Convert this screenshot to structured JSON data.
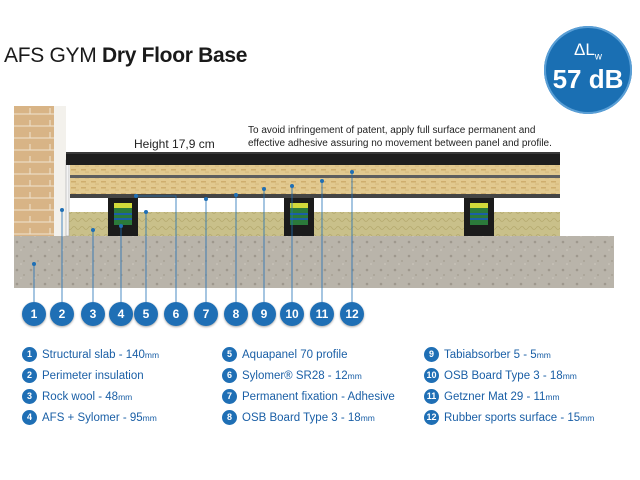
{
  "title": {
    "regular": "AFS GYM",
    "bold": "Dry Floor Base"
  },
  "badge": {
    "delta": "ΔL",
    "sub": "w",
    "value": "57 dB"
  },
  "height_label": "Height 17,9 cm",
  "note": "To avoid infringement of patent, apply full surface permanent and effective adhesive assuring no movement between panel and profile.",
  "markers": [
    "1",
    "2",
    "3",
    "4",
    "5",
    "6",
    "7",
    "8",
    "9",
    "10",
    "11",
    "12"
  ],
  "legend": [
    {
      "num": "1",
      "text": "Structural slab - 140",
      "unit": "mm"
    },
    {
      "num": "2",
      "text": "Perimeter insulation",
      "unit": ""
    },
    {
      "num": "3",
      "text": "Rock wool - 48",
      "unit": "mm"
    },
    {
      "num": "4",
      "text": "AFS + Sylomer - 95",
      "unit": "mm"
    },
    {
      "num": "5",
      "text": "Aquapanel 70 profile",
      "unit": ""
    },
    {
      "num": "6",
      "text": "Sylomer® SR28 - 12",
      "unit": "mm"
    },
    {
      "num": "7",
      "text": "Permanent fixation - Adhesive",
      "unit": ""
    },
    {
      "num": "8",
      "text": "OSB Board Type 3  - 18",
      "unit": "mm"
    },
    {
      "num": "9",
      "text": "Tabiabsorber 5 - 5",
      "unit": "mm"
    },
    {
      "num": "10",
      "text": "OSB Board Type 3  - 18",
      "unit": "mm"
    },
    {
      "num": "11",
      "text": "Getzner Mat 29  - 11",
      "unit": "mm"
    },
    {
      "num": "12",
      "text": "Rubber sports surface - 15",
      "unit": "mm"
    }
  ],
  "colors": {
    "accent": "#1f6fb5",
    "badge": "#1a6fb3",
    "legend_text": "#1a5fa6"
  }
}
